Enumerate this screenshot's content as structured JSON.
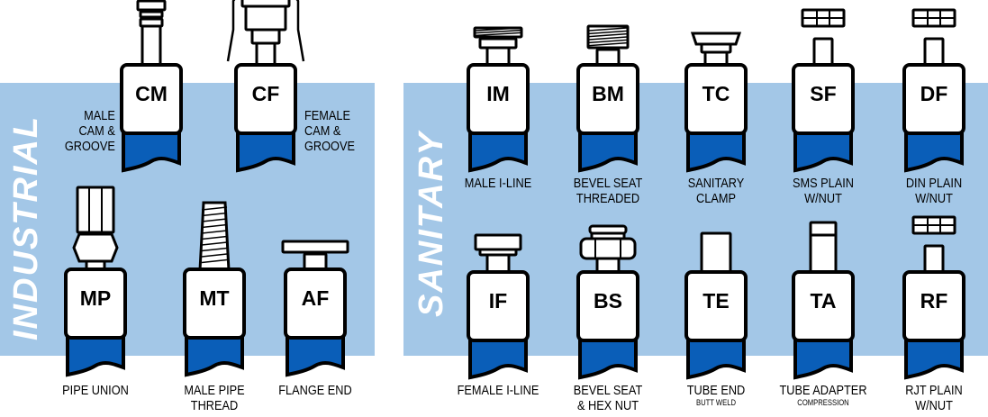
{
  "sections": {
    "industrial": "INDUSTRIAL",
    "sanitary": "SANITARY"
  },
  "colors": {
    "panel": "#a3c7e7",
    "pipe": "#0a5eb8",
    "outline": "#000000"
  },
  "fittings": [
    {
      "code": "CM",
      "label": [
        "MALE",
        "CAM &",
        "GROOVE"
      ],
      "sub": ""
    },
    {
      "code": "CF",
      "label": [
        "FEMALE",
        "CAM &",
        "GROOVE"
      ],
      "sub": ""
    },
    {
      "code": "MP",
      "label": [
        "PIPE UNION"
      ],
      "sub": ""
    },
    {
      "code": "MT",
      "label": [
        "MALE PIPE",
        "THREAD"
      ],
      "sub": ""
    },
    {
      "code": "AF",
      "label": [
        "FLANGE END"
      ],
      "sub": ""
    },
    {
      "code": "IM",
      "label": [
        "MALE I-LINE"
      ],
      "sub": ""
    },
    {
      "code": "BM",
      "label": [
        "BEVEL SEAT",
        "THREADED"
      ],
      "sub": ""
    },
    {
      "code": "TC",
      "label": [
        "SANITARY",
        "CLAMP"
      ],
      "sub": ""
    },
    {
      "code": "SF",
      "label": [
        "SMS PLAIN",
        "W/NUT"
      ],
      "sub": ""
    },
    {
      "code": "DF",
      "label": [
        "DIN PLAIN",
        "W/NUT"
      ],
      "sub": ""
    },
    {
      "code": "IF",
      "label": [
        "FEMALE I-LINE"
      ],
      "sub": ""
    },
    {
      "code": "BS",
      "label": [
        "BEVEL SEAT",
        "& HEX NUT"
      ],
      "sub": ""
    },
    {
      "code": "TE",
      "label": [
        "TUBE END"
      ],
      "sub": "BUTT WELD"
    },
    {
      "code": "TA",
      "label": [
        "TUBE ADAPTER"
      ],
      "sub": "COMPRESSION"
    },
    {
      "code": "RF",
      "label": [
        "RJT PLAIN",
        "W/NUT"
      ],
      "sub": ""
    }
  ]
}
